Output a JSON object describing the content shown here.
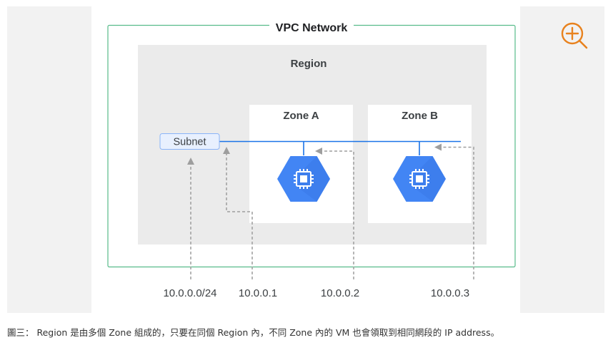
{
  "diagram": {
    "title": "VPC Network",
    "region_label": "Region",
    "zones": [
      {
        "label": "Zone A"
      },
      {
        "label": "Zone B"
      }
    ],
    "subnet_label": "Subnet",
    "ip_addresses": [
      "10.0.0.0/24",
      "10.0.0.1",
      "10.0.0.2",
      "10.0.0.3"
    ],
    "colors": {
      "vpc_border": "#57bb8a",
      "region_bg": "#ebebeb",
      "zone_bg": "#ffffff",
      "subnet_line": "#1a73e8",
      "vm_icon": "#4285f4",
      "arrow": "#9e9e9e",
      "zoom_icon": "#e8821e"
    },
    "icons": [
      "compute-engine-vm-icon",
      "zoom-in-icon"
    ]
  },
  "caption": "圖三： Region 是由多個 Zone 組成的，只要在同個 Region 內，不同 Zone 內的 VM 也會領取到相同網段的 IP address。"
}
